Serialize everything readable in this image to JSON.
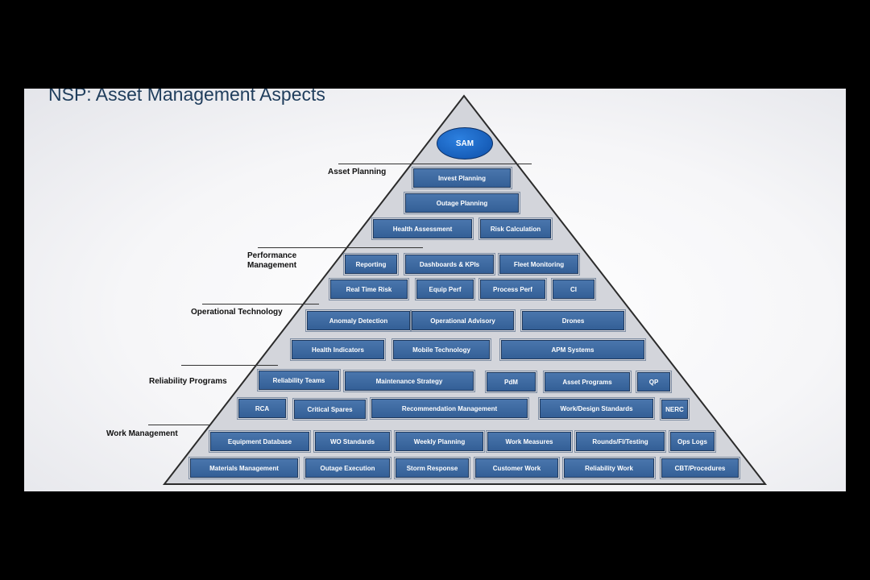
{
  "title": "NSP: Asset Management Aspects",
  "top": "SAM",
  "tiers": [
    {
      "label": "Asset Planning"
    },
    {
      "label": "Performance\nManagement"
    },
    {
      "label": "Operational Technology"
    },
    {
      "label": "Reliability Programs"
    },
    {
      "label": "Work Management"
    }
  ],
  "rows": [
    [
      "Invest Planning"
    ],
    [
      "Outage Planning"
    ],
    [
      "Health Assessment",
      "Risk Calculation"
    ],
    [
      "Reporting",
      "Dashboards & KPIs",
      "Fleet Monitoring"
    ],
    [
      "Real Time Risk",
      "Equip Perf",
      "Process Perf",
      "CI"
    ],
    [
      "Anomaly Detection",
      "Operational Advisory",
      "Drones"
    ],
    [
      "Health Indicators",
      "Mobile Technology",
      "APM Systems"
    ],
    [
      "Reliability Teams",
      "Maintenance Strategy",
      "PdM",
      "Asset Programs",
      "QP"
    ],
    [
      "RCA",
      "Critical Spares",
      "Recommendation Management",
      "Work/Design Standards",
      "NERC"
    ],
    [
      "Equipment Database",
      "WO Standards",
      "Weekly Planning",
      "Work Measures",
      "Rounds/FI/Testing",
      "Ops Logs"
    ],
    [
      "Materials Management",
      "Outage Execution",
      "Storm Response",
      "Customer Work",
      "Reliability Work",
      "CBT/Procedures"
    ]
  ],
  "colors": {
    "box": "#3f6aa3",
    "box_border": "#1f3a5f",
    "sam": "#1560c0",
    "pyramid_fill": "#d3d5db"
  }
}
